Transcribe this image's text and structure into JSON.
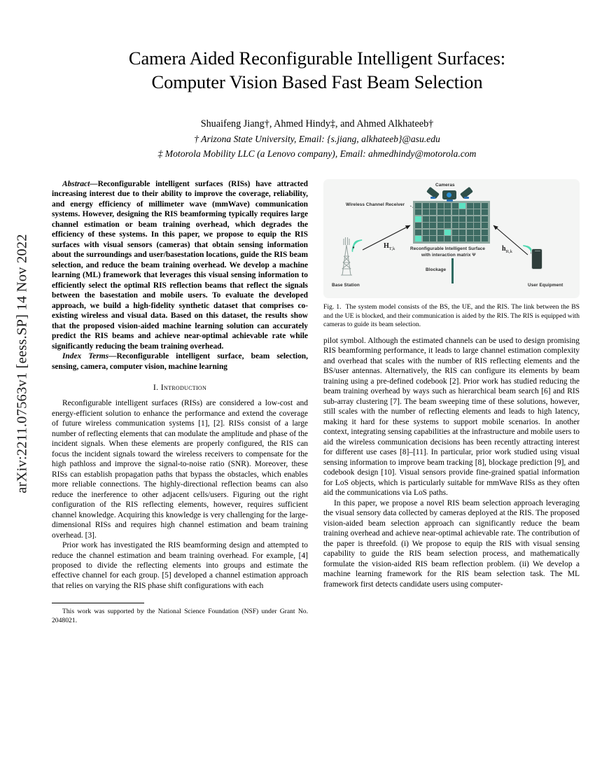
{
  "arxiv_stamp": "arXiv:2211.07563v1  [eess.SP]  14 Nov 2022",
  "title": {
    "line1": "Camera Aided Reconfigurable Intelligent Surfaces:",
    "line2": "Computer Vision Based Fast Beam Selection"
  },
  "authors": {
    "names": "Shuaifeng Jiang†, Ahmed Hindy‡, and Ahmed Alkhateeb†",
    "affiliation1": "† Arizona State University, Email: {s.jiang, alkhateeb}@asu.edu",
    "affiliation2": "‡ Motorola Mobility LLC (a Lenovo company), Email: ahmedhindy@motorola.com"
  },
  "abstract": {
    "lead": "Abstract—",
    "body": "Reconfigurable intelligent surfaces (RISs) have attracted increasing interest due to their ability to improve the coverage, reliability, and energy efficiency of millimeter wave (mmWave) communication systems. However, designing the RIS beamforming typically requires large channel estimation or beam training overhead, which degrades the efficiency of these systems. In this paper, we propose to equip the RIS surfaces with visual sensors (cameras) that obtain sensing information about the surroundings and user/basestation locations, guide the RIS beam selection, and reduce the beam training overhead. We develop a machine learning (ML) framework that leverages this visual sensing information to efficiently select the optimal RIS reflection beams that reflect the signals between the basestation and mobile users. To evaluate the developed approach, we build a high-fidelity synthetic dataset that comprises co-existing wireless and visual data. Based on this dataset, the results show that the proposed vision-aided machine learning solution can accurately predict the RIS beams and achieve near-optimal achievable rate while significantly reducing the beam training overhead."
  },
  "index_terms": {
    "lead": "Index Terms—",
    "body": "Reconfigurable intelligent surface, beam selection, sensing, camera, computer vision, machine learning"
  },
  "sections": {
    "introduction_heading": "I.  Introduction"
  },
  "left_column": {
    "para1": "Reconfigurable intelligent surfaces (RISs) are considered a low-cost and energy-efficient solution to enhance the performance and extend the coverage of future wireless communication systems [1], [2]. RISs consist of a large number of reflecting elements that can modulate the amplitude and phase of the incident signals. When these elements are properly configured, the RIS can focus the incident signals toward the wireless receivers to compensate for the high pathloss and improve the signal-to-noise ratio (SNR). Moreover, these RISs can establish propagation paths that bypass the obstacles, which enables more reliable connections. The highly-directional reflection beams can also reduce the inerference to other adjacent cells/users. Figuring out the right configuration of the RIS reflecting elements, however, requires sufficient channel knowledge. Acquiring this knowledge is very challenging for the large-dimensional RISs and requires high channel estimation and beam training overhead. [3].",
    "para2": "Prior work has investigated the RIS beamforming design and attempted to reduce the channel estimation and beam training overhead. For example, [4] proposed to divide the reflecting elements into groups and estimate the effective channel for each group. [5] developed a channel estimation approach that relies on varying the RIS phase shift configurations with each"
  },
  "footnote": "This work was supported by the National Science Foundation (NSF) under Grant No. 2048021.",
  "figure": {
    "caption_label": "Fig. 1.",
    "caption_text": "The system model consists of the BS, the UE, and the RIS. The link between the BS and the UE is blocked, and their communication is aided by the RIS. The RIS is equipped with cameras to guide its beam selection.",
    "labels": {
      "cameras": "Cameras",
      "wireless_channel_receiver": "Wireless Channel Receiver",
      "ris_line1": "Reconfigurable Intelligent Surface",
      "ris_line2": "with interaction matrix Ψ",
      "base_station": "Base Station",
      "user_equipment": "User Equipment",
      "blockage": "Blockage",
      "channel_bs": "H",
      "channel_bs_sub": "T,k",
      "channel_ue": "h",
      "channel_ue_sub": "R,k"
    },
    "colors": {
      "background": "#f4f5f4",
      "ris_frame": "#8fa8a0",
      "ris_element": "#3d6b63",
      "ris_highlight": "#5ee3c3",
      "camera_body": "#2f4f4a",
      "camera_lens": "#2a8fd6",
      "signal_wave": "#4fd8b0",
      "blockage": "#2f6b61"
    },
    "ris_grid": {
      "rows": 6,
      "cols": 10,
      "highlighted_cells": [
        6,
        20,
        44,
        50
      ]
    }
  },
  "right_column": {
    "para1": "pilot symbol. Although the estimated channels can be used to design promising RIS beamforming performance, it leads to large channel estimation complexity and overhead that scales with the number of RIS reflecting elements and the BS/user antennas. Alternatively, the RIS can configure its elements by beam training using a pre-defined codebook [2]. Prior work has studied reducing the beam training overhead by ways such as hierarchical beam search [6] and RIS sub-array clustering [7]. The beam sweeping time of these solutions, however, still scales with the number of reflecting elements and leads to high latency, making it hard for these systems to support mobile scenarios. In another context, integrating sensing capabilities at the infrastructure and mobile users to aid the wireless communication decisions has been recently attracting interest for different use cases [8]–[11]. In particular, prior work studied using visual sensing information to improve beam tracking [8], blockage prediction [9], and codebook design [10]. Visual sensors provide fine-grained spatial information for LoS objects, which is particularly suitable for mmWave RISs as they often aid the communications via LoS paths.",
    "para2": "In this paper, we propose a novel RIS beam selection approach leveraging the visual sensory data collected by cameras deployed at the RIS. The proposed vision-aided beam selection approach can significantly reduce the beam training overhead and achieve near-optimal achievable rate. The contribution of the paper is threefold. (i) We propose to equip the RIS with visual sensing capability to guide the RIS beam selection process, and mathematically formulate the vision-aided RIS beam reflection problem. (ii) We develop a machine learning framework for the RIS beam selection task. The ML framework first detects candidate users using computer-"
  }
}
